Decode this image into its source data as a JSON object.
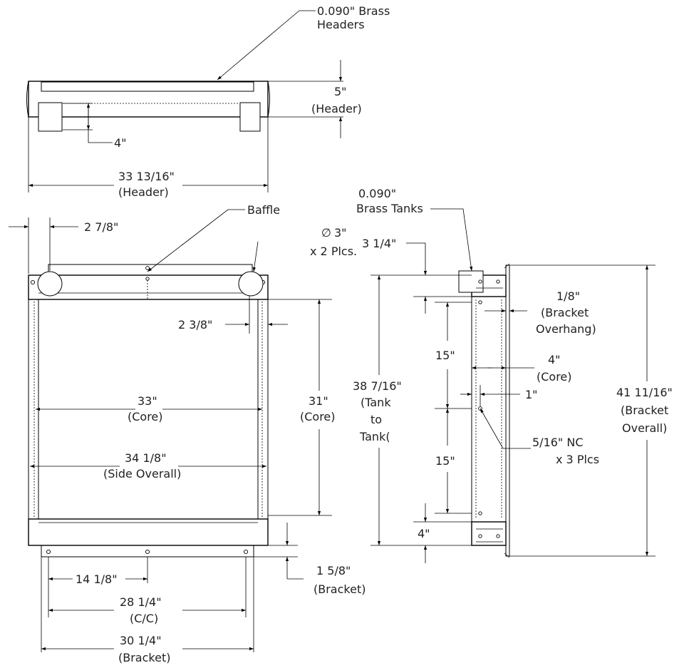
{
  "colors": {
    "line": "#000000",
    "text": "#222222",
    "background": "#ffffff"
  },
  "labels": {
    "brass_headers_1": "0.090\" Brass",
    "brass_headers_2": "Headers",
    "header_height_1": "5\"",
    "header_height_2": "(Header)",
    "header_slot": "4\"",
    "header_width_1": "33 13/16\"",
    "header_width_2": "(Header)",
    "baffle": "Baffle",
    "inlet_offset": "2 7/8\"",
    "port_dia_1": "3\"",
    "port_dia_2": "x 2 Plcs.",
    "diameter_symbol": "∅",
    "core_offset": "2 3/8\"",
    "core_width_1": "33\"",
    "core_width_2": "(Core)",
    "core_height_1": "31\"",
    "core_height_2": "(Core)",
    "side_overall_1": "34 1/8\"",
    "side_overall_2": "(Side Overall)",
    "bracket_height_1": "1 5/8\"",
    "bracket_height_2": "(Bracket)",
    "bracket_hole_spacing": "14 1/8\"",
    "cc_1": "28 1/4\"",
    "cc_2": "(C/C)",
    "bracket_width_1": "30 1/4\"",
    "bracket_width_2": "(Bracket)",
    "brass_tanks_1": "0.090\"",
    "brass_tanks_2": "Brass Tanks",
    "top_tank": "3 1/4\"",
    "tank_to_tank_1": "38 7/16\"",
    "tank_to_tank_2": "(Tank",
    "tank_to_tank_3": "to",
    "tank_to_tank_4": "Tank(",
    "upper_15": "15\"",
    "lower_15": "15\"",
    "bottom_tank": "4\"",
    "overhang_1": "1/8\"",
    "overhang_2": "(Bracket",
    "overhang_3": "Overhang)",
    "core_depth_1": "4\"",
    "core_depth_2": "(Core)",
    "hole_offset": "1\"",
    "nc_1": "5/16\" NC",
    "nc_2": "x 3 Plcs",
    "bracket_overall_1": "41 11/16\"",
    "bracket_overall_2": "(Bracket",
    "bracket_overall_3": "Overall)"
  }
}
